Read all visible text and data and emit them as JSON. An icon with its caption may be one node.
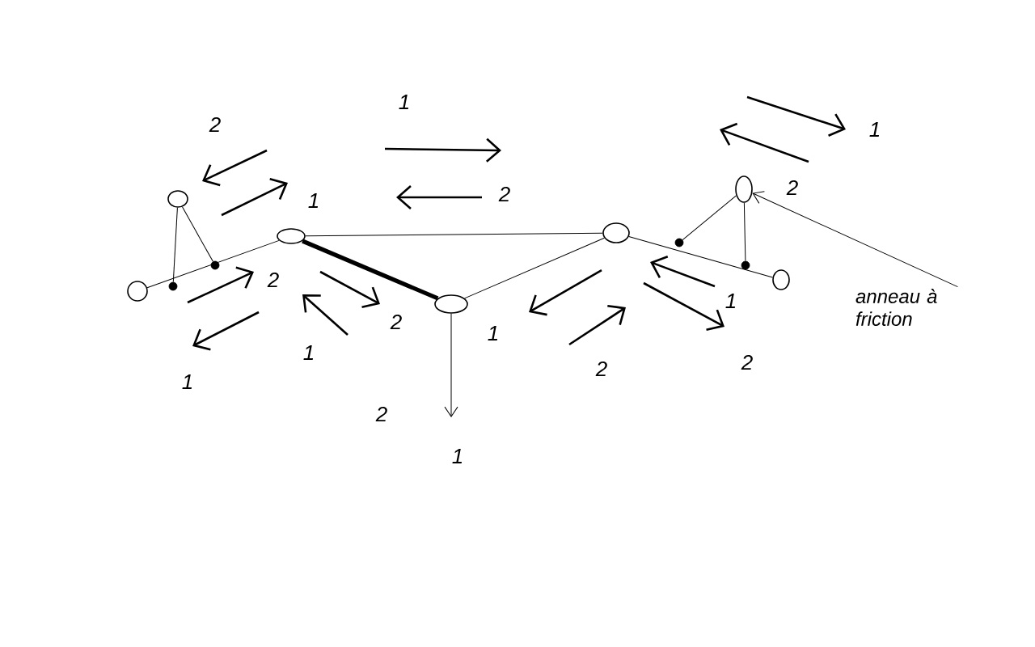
{
  "diagram": {
    "nodes": [
      {
        "text": [],
        "shape": "circle"
      },
      {
        "text": [],
        "shape": "dot"
      },
      {
        "text": [],
        "shape": "dot"
      },
      {
        "text": [],
        "shape": "circle"
      },
      {
        "text": [],
        "shape": "circle"
      },
      {
        "text": [],
        "shape": "circle"
      },
      {
        "text": [],
        "shape": "circle"
      },
      {
        "text": [],
        "shape": "dot"
      },
      {
        "text": [],
        "shape": "circle"
      },
      {
        "text": [],
        "shape": "dot"
      },
      {
        "text": [],
        "shape": "circle"
      },
      {
        "text": [
          "anneau à friction"
        ]
      }
    ],
    "edges": [
      {
        "from": 0,
        "to": 4,
        "arrow": "none"
      },
      {
        "from": 3,
        "to": 1,
        "arrow": "none"
      },
      {
        "from": 3,
        "to": 2,
        "arrow": "none"
      },
      {
        "from": 4,
        "to": 5,
        "arrow": "none",
        "style": "thick"
      },
      {
        "from": 5,
        "to": 6,
        "arrow": "none"
      },
      {
        "from": 4,
        "to": 6,
        "arrow": "none"
      },
      {
        "from": 6,
        "to": 10,
        "arrow": "none"
      },
      {
        "from": 8,
        "to": 7,
        "arrow": "none"
      },
      {
        "from": 8,
        "to": 9,
        "arrow": "none"
      },
      {
        "from": 5,
        "to": null,
        "arrow": "to"
      },
      {
        "from": 11,
        "to": 8,
        "arrow": "to"
      }
    ],
    "labels": [
      "1",
      "2",
      "1",
      "2",
      "1",
      "2",
      "2",
      "1",
      "2",
      "1",
      "1",
      "2",
      "2",
      "1",
      "2",
      "1"
    ]
  }
}
